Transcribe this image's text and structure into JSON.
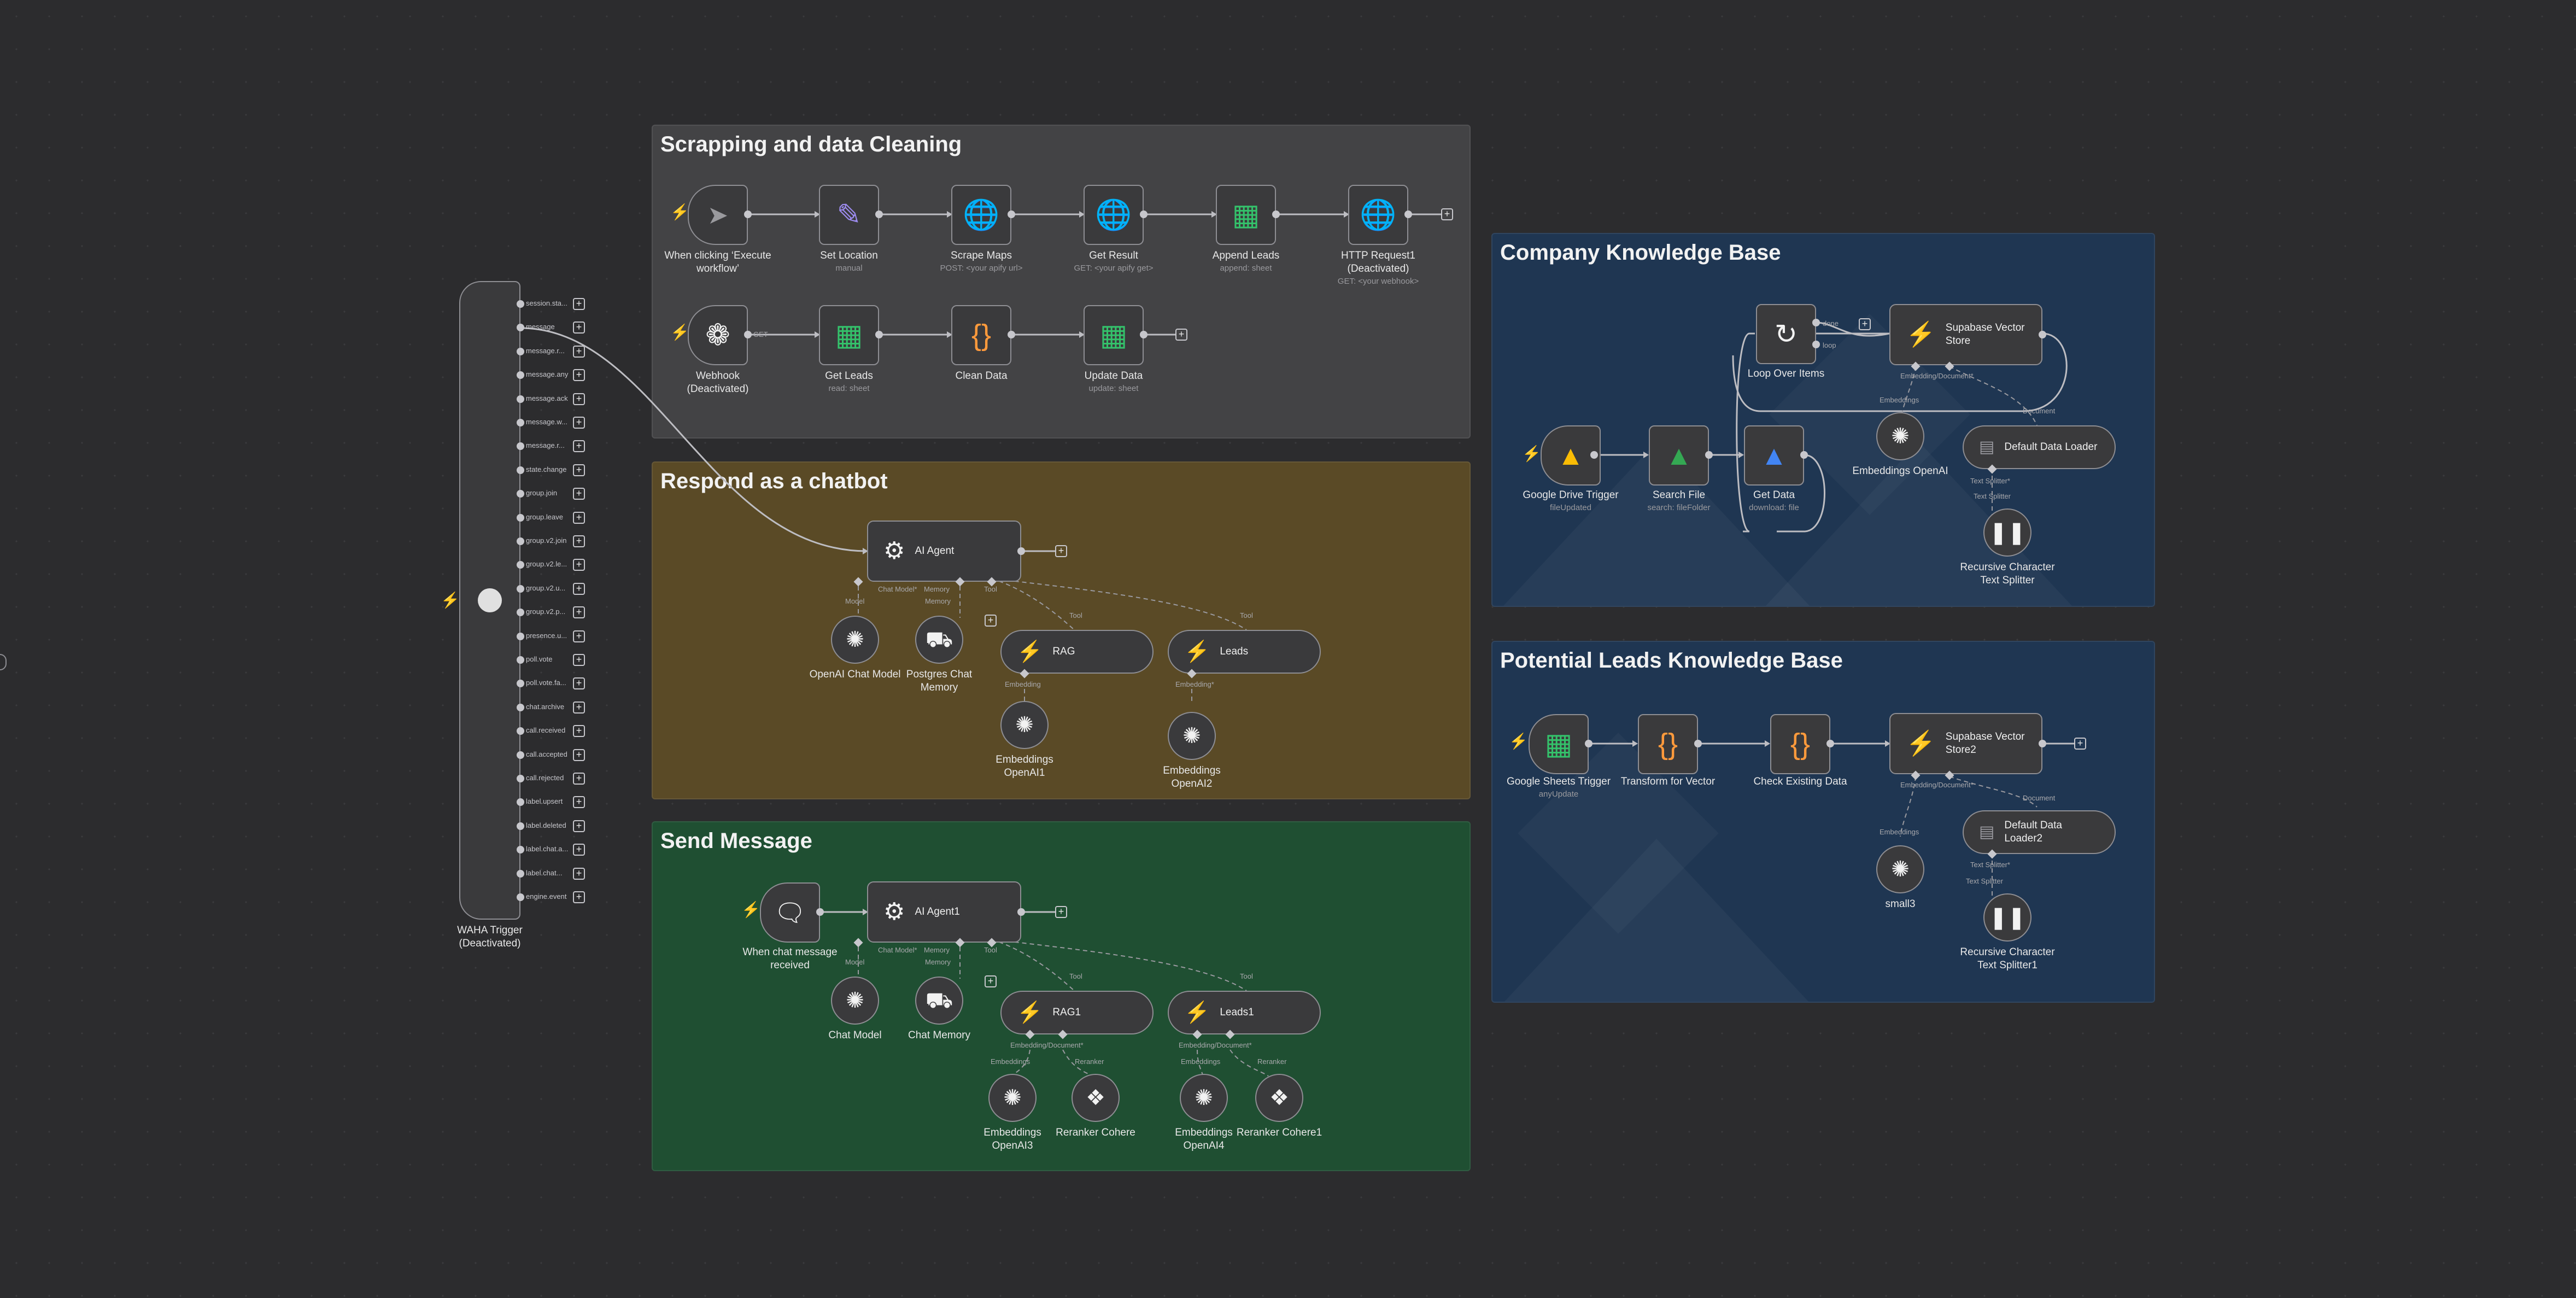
{
  "groups": {
    "scrap": "Scrapping and data Cleaning",
    "chatbot": "Respond as a chatbot",
    "send": "Send Message",
    "company": "Company Knowledge Base",
    "leads": "Potential Leads Knowledge Base"
  },
  "nodes": {
    "manual": {
      "label": "When clicking ‘Execute\nworkflow’",
      "icon": "cursor-icon"
    },
    "set_location": {
      "label": "Set Location",
      "sub": "manual",
      "icon": "pencil-icon"
    },
    "scrape_maps": {
      "label": "Scrape Maps",
      "sub": "POST: <your apify url>",
      "icon": "globe-icon"
    },
    "get_result": {
      "label": "Get Result",
      "sub": "GET: <your apify get>",
      "icon": "globe-icon"
    },
    "append_leads": {
      "label": "Append Leads",
      "sub": "append: sheet",
      "icon": "sheets-icon"
    },
    "http_request1": {
      "label": "HTTP Request1\n(Deactivated)",
      "sub": "GET: <your webhook>",
      "icon": "globe-icon"
    },
    "webhook": {
      "label": "Webhook\n(Deactivated)",
      "port_label": "GET",
      "icon": "webhook-icon"
    },
    "get_leads": {
      "label": "Get Leads",
      "sub": "read: sheet",
      "icon": "sheets-icon"
    },
    "clean_data": {
      "label": "Clean Data",
      "icon": "braces-icon"
    },
    "update_data": {
      "label": "Update Data",
      "sub": "update: sheet",
      "icon": "sheets-icon"
    },
    "waha": {
      "label": "WAHA Trigger\n(Deactivated)",
      "icon": "moon-icon"
    },
    "ai_agent": {
      "label": "AI Agent",
      "icon": "robot-icon"
    },
    "openai_chat_model": {
      "label": "OpenAI Chat Model",
      "icon": "openai-icon"
    },
    "postgres_memory": {
      "label": "Postgres Chat\nMemory",
      "icon": "database-icon"
    },
    "rag": {
      "label": "RAG",
      "icon": "supabase-icon"
    },
    "leads_tool": {
      "label": "Leads",
      "icon": "supabase-icon"
    },
    "emb_openai1": {
      "label": "Embeddings\nOpenAI1",
      "icon": "openai-icon"
    },
    "emb_openai2": {
      "label": "Embeddings\nOpenAI2",
      "icon": "openai-icon"
    },
    "chat_trigger": {
      "label": "When chat message\nreceived",
      "icon": "chat-icon"
    },
    "ai_agent1": {
      "label": "AI Agent1",
      "icon": "robot-icon"
    },
    "chat_model": {
      "label": "Chat Model",
      "icon": "openai-icon"
    },
    "chat_memory": {
      "label": "Chat Memory",
      "icon": "database-icon"
    },
    "rag1": {
      "label": "RAG1",
      "icon": "supabase-icon"
    },
    "leads1": {
      "label": "Leads1",
      "icon": "supabase-icon"
    },
    "emb_openai3": {
      "label": "Embeddings\nOpenAI3",
      "icon": "openai-icon"
    },
    "reranker_cohere": {
      "label": "Reranker Cohere",
      "icon": "cohere-icon"
    },
    "emb_openai4": {
      "label": "Embeddings\nOpenAI4",
      "icon": "openai-icon"
    },
    "reranker_cohere1": {
      "label": "Reranker Cohere1",
      "icon": "cohere-icon"
    },
    "gdrive_trigger": {
      "label": "Google Drive Trigger",
      "sub": "fileUpdated",
      "icon": "gdrive-icon"
    },
    "search_file": {
      "label": "Search File",
      "sub": "search: fileFolder",
      "icon": "gdrive-icon"
    },
    "get_data": {
      "label": "Get Data",
      "sub": "download: file",
      "icon": "gdrive-icon"
    },
    "loop_items": {
      "label": "Loop Over Items",
      "icon": "loop-icon"
    },
    "supabase_vs": {
      "label": "Supabase Vector\nStore",
      "icon": "supabase-icon"
    },
    "emb_openai": {
      "label": "Embeddings OpenAI",
      "icon": "openai-icon"
    },
    "default_loader": {
      "label": "Default Data Loader",
      "icon": "document-icon"
    },
    "recursive_splitter": {
      "label": "Recursive Character\nText Splitter",
      "icon": "splitter-icon"
    },
    "sheets_trigger": {
      "label": "Google Sheets Trigger",
      "sub": "anyUpdate",
      "icon": "sheets-icon"
    },
    "transform_vector": {
      "label": "Transform for Vector",
      "icon": "braces-icon"
    },
    "check_existing": {
      "label": "Check Existing Data",
      "icon": "braces-icon"
    },
    "supabase_vs2": {
      "label": "Supabase Vector\nStore2",
      "icon": "supabase-icon"
    },
    "small3": {
      "label": "small3",
      "icon": "openai-icon"
    },
    "default_loader2": {
      "label": "Default Data\nLoader2",
      "icon": "document-icon"
    },
    "recursive_splitter1": {
      "label": "Recursive Character\nText Splitter1",
      "icon": "splitter-icon"
    }
  },
  "waha_outputs": [
    "session.sta...",
    "message",
    "message.r...",
    "message.any",
    "message.ack",
    "message.w...",
    "message.r...",
    "state.change",
    "group.join",
    "group.leave",
    "group.v2.join",
    "group.v2.le...",
    "group.v2.u...",
    "group.v2.p...",
    "presence.u...",
    "poll.vote",
    "poll.vote.fa...",
    "chat.archive",
    "call.received",
    "call.accepted",
    "call.rejected",
    "label.upsert",
    "label.deleted",
    "label.chat.a...",
    "label.chat...",
    "engine.event"
  ],
  "port_labels": {
    "chat_model": "Chat Model*",
    "model": "Model",
    "memory": "Memory",
    "tool": "Tool",
    "embedding": "Embedding",
    "embeddings": "Embeddings",
    "embedding_star": "Embedding*",
    "embedding_doc": "Embedding/Document*",
    "reranker": "Reranker",
    "document": "Document",
    "text_splitter": "Text Splitter*",
    "text_splitter_short": "Text Splitter",
    "done": "done",
    "loop": "loop"
  },
  "colors": {
    "canvas": "#2c2c2e",
    "gray_group": "#434345",
    "gold_group": "#5a4a26",
    "green_group": "#1f4f32",
    "blue_group": "#1f3652",
    "trigger_bolt": "#ff6d3a"
  }
}
